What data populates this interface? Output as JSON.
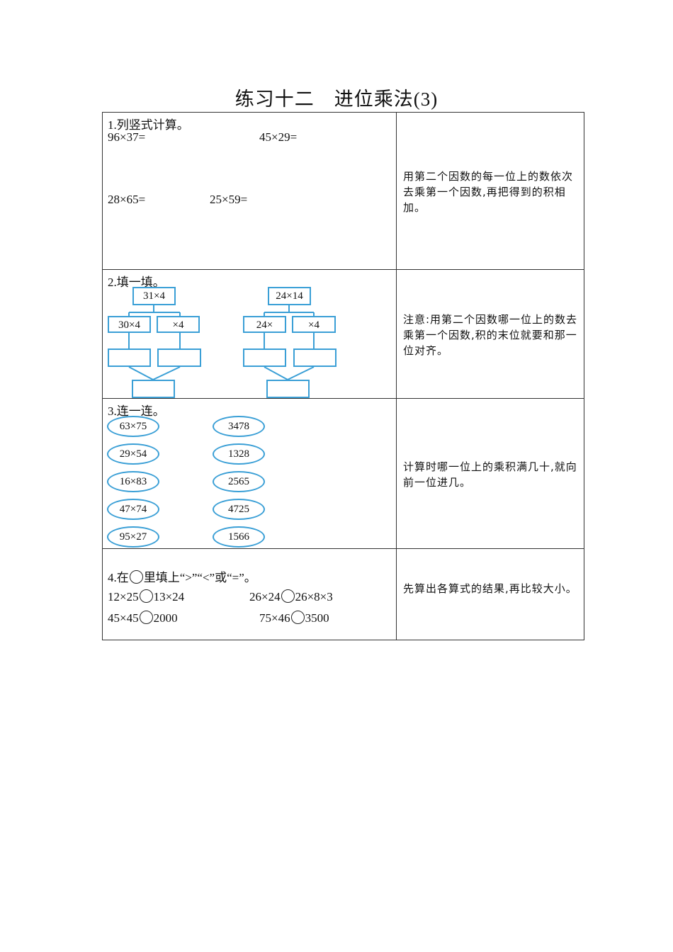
{
  "title": "练习十二　进位乘法(3)",
  "sections": [
    {
      "heading": "1.列竖式计算。",
      "items": [
        "96×37=",
        "45×29=",
        "28×65=",
        "25×59="
      ],
      "tip": "用第二个因数的每一位上的数依次去乘第一个因数,再把得到的积相加。"
    },
    {
      "heading": "2.填一填。",
      "trees": [
        {
          "top": "31×4",
          "left": "30×4",
          "right": "×4"
        },
        {
          "top": "24×14",
          "left": "24×",
          "right": "×4"
        }
      ],
      "tip": "注意:用第二个因数哪一位上的数去乘第一个因数,积的末位就要和那一位对齐。"
    },
    {
      "heading": "3.连一连。",
      "left_ovals": [
        "63×75",
        "29×54",
        "16×83",
        "47×74",
        "95×27"
      ],
      "right_ovals": [
        "3478",
        "1328",
        "2565",
        "4725",
        "1566"
      ],
      "tip": "计算时哪一位上的乘积满几十,就向前一位进几。"
    },
    {
      "heading_a": "4.在",
      "heading_b": "里填上“>”“<”或“=”。",
      "comparisons": [
        {
          "left": "12×25",
          "right": "13×24"
        },
        {
          "left": "26×24",
          "right": "26×8×3"
        },
        {
          "left": "45×45",
          "right": "2000"
        },
        {
          "left": "75×46",
          "right": "3500"
        }
      ],
      "tip": "先算出各算式的结果,再比较大小。"
    }
  ]
}
